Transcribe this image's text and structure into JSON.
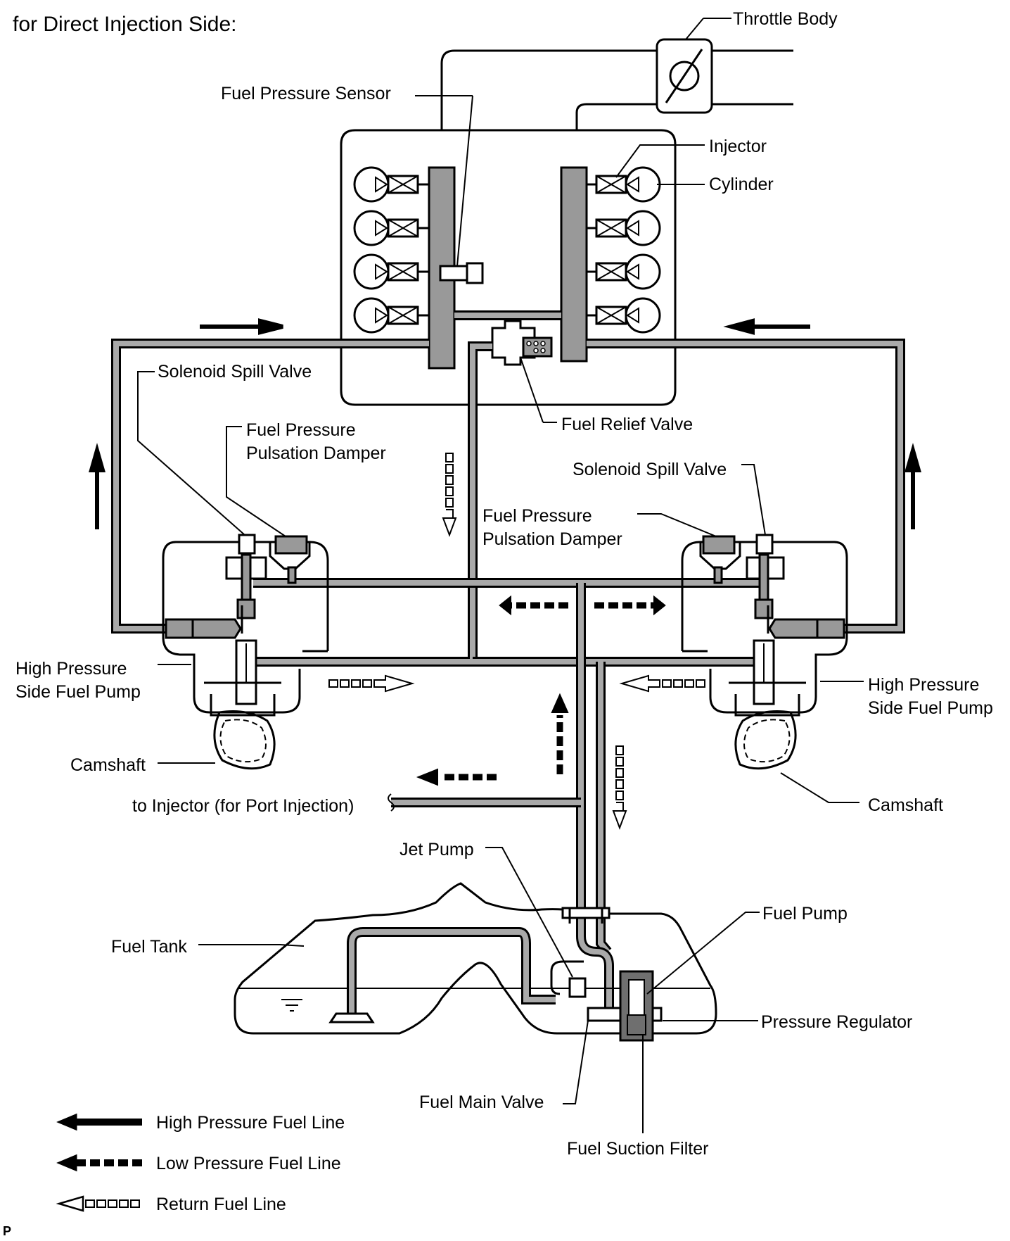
{
  "title": "for Direct Injection Side:",
  "labels": {
    "throttle_body": "Throttle Body",
    "fuel_pressure_sensor": "Fuel Pressure Sensor",
    "injector": "Injector",
    "cylinder": "Cylinder",
    "solenoid_spill_valve_left": "Solenoid Spill Valve",
    "solenoid_spill_valve_right": "Solenoid Spill Valve",
    "fuel_relief_valve": "Fuel Relief Valve",
    "damper_left_line1": "Fuel Pressure",
    "damper_left_line2": "Pulsation Damper",
    "damper_right_line1": "Fuel Pressure",
    "damper_right_line2": "Pulsation Damper",
    "hp_pump_left_line1": "High Pressure",
    "hp_pump_left_line2": "Side Fuel Pump",
    "hp_pump_right_line1": "High Pressure",
    "hp_pump_right_line2": "Side Fuel Pump",
    "camshaft_left": "Camshaft",
    "camshaft_right": "Camshaft",
    "to_injector_port": "to Injector (for Port Injection)",
    "jet_pump": "Jet Pump",
    "fuel_pump": "Fuel Pump",
    "fuel_tank": "Fuel Tank",
    "pressure_regulator": "Pressure Regulator",
    "fuel_main_valve": "Fuel Main Valve",
    "fuel_suction_filter": "Fuel Suction Filter"
  },
  "legend": [
    {
      "style": "solid",
      "label": "High Pressure Fuel Line"
    },
    {
      "style": "dashed",
      "label": "Low Pressure Fuel Line"
    },
    {
      "style": "hollow",
      "label": "Return Fuel Line"
    }
  ],
  "corner_mark": "P"
}
